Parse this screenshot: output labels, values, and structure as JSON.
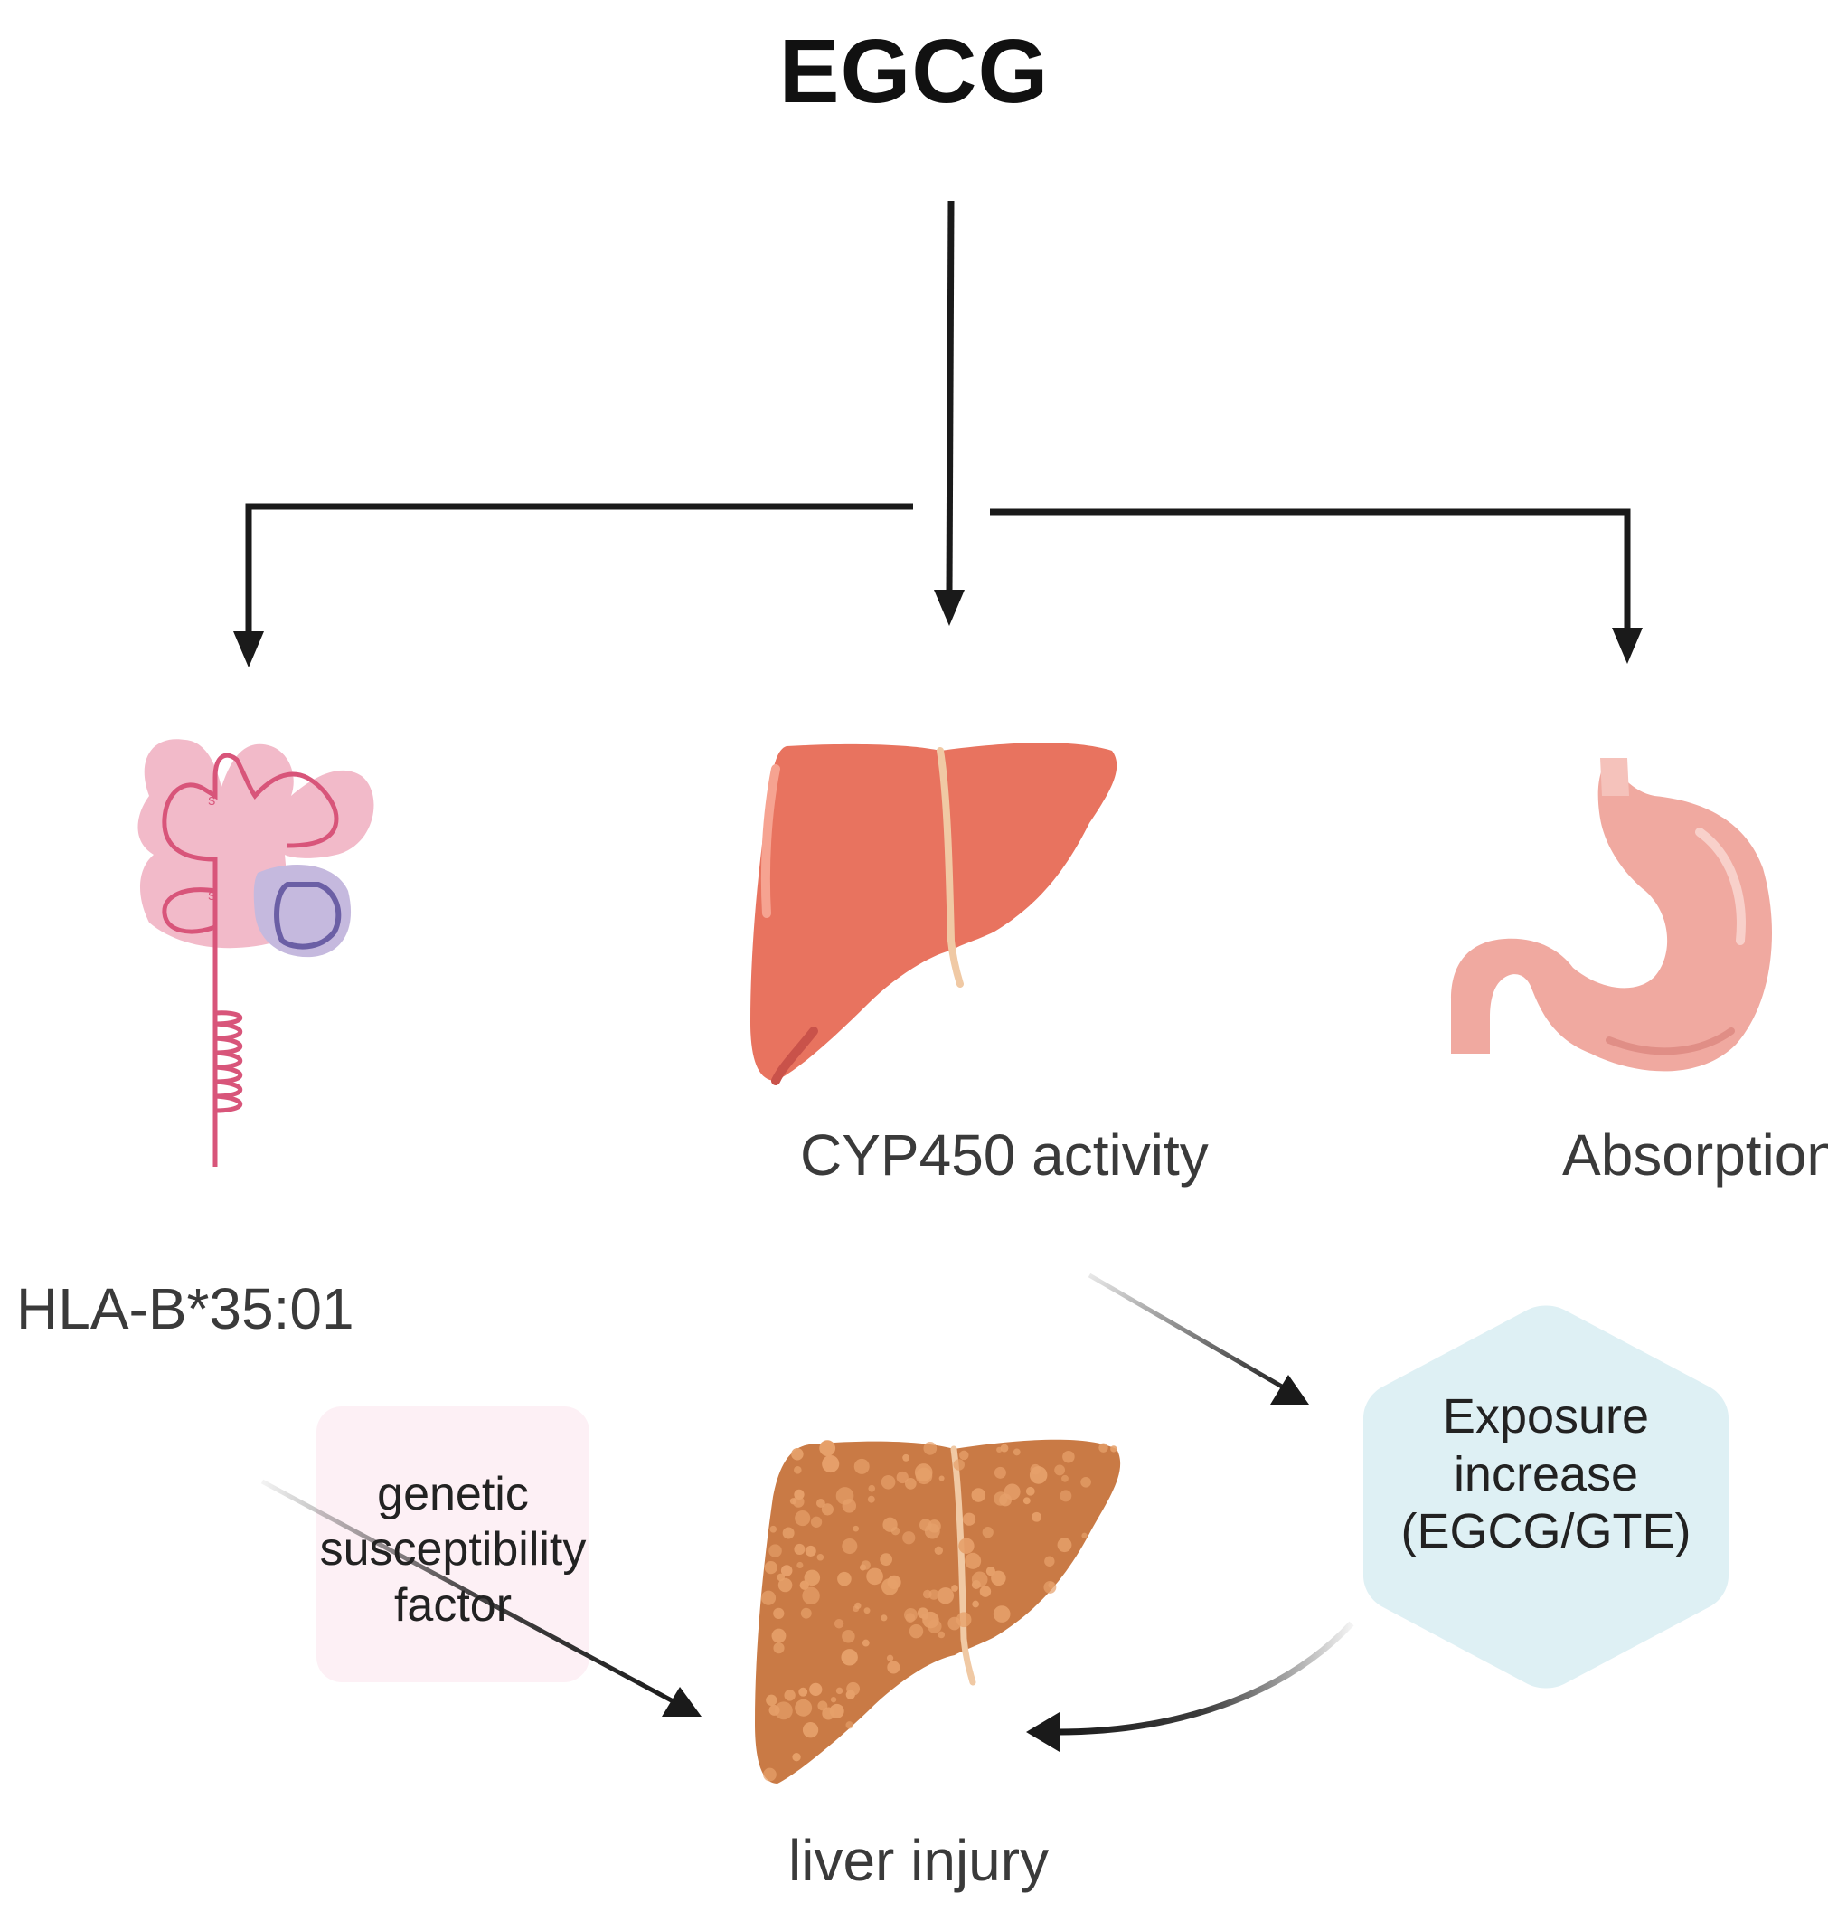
{
  "title": "EGCG",
  "branches": {
    "hla": {
      "label": "HLA-B*35:01",
      "icon": "hla-molecule-icon"
    },
    "cyp": {
      "label": "CYP450 activity",
      "icon": "liver-icon"
    },
    "absorption": {
      "label": "Absorption",
      "icon": "stomach-icon"
    }
  },
  "susceptibility_box": {
    "lines": [
      "genetic",
      "susceptibility",
      "factor"
    ],
    "color": "#fdf0f5"
  },
  "exposure_box": {
    "lines": [
      "Exposure",
      "increase",
      "(EGCG/GTE)"
    ],
    "color": "#def0f4"
  },
  "outcome": {
    "label": "liver injury",
    "icon": "damaged-liver-icon"
  },
  "colors": {
    "liver": "#e8735f",
    "damaged_liver": "#c97a45",
    "stomach": "#f0a9a0",
    "hla_pink": "#d8557a",
    "hla_purple": "#6b5fa5",
    "arrow": "#1a1a1a"
  }
}
